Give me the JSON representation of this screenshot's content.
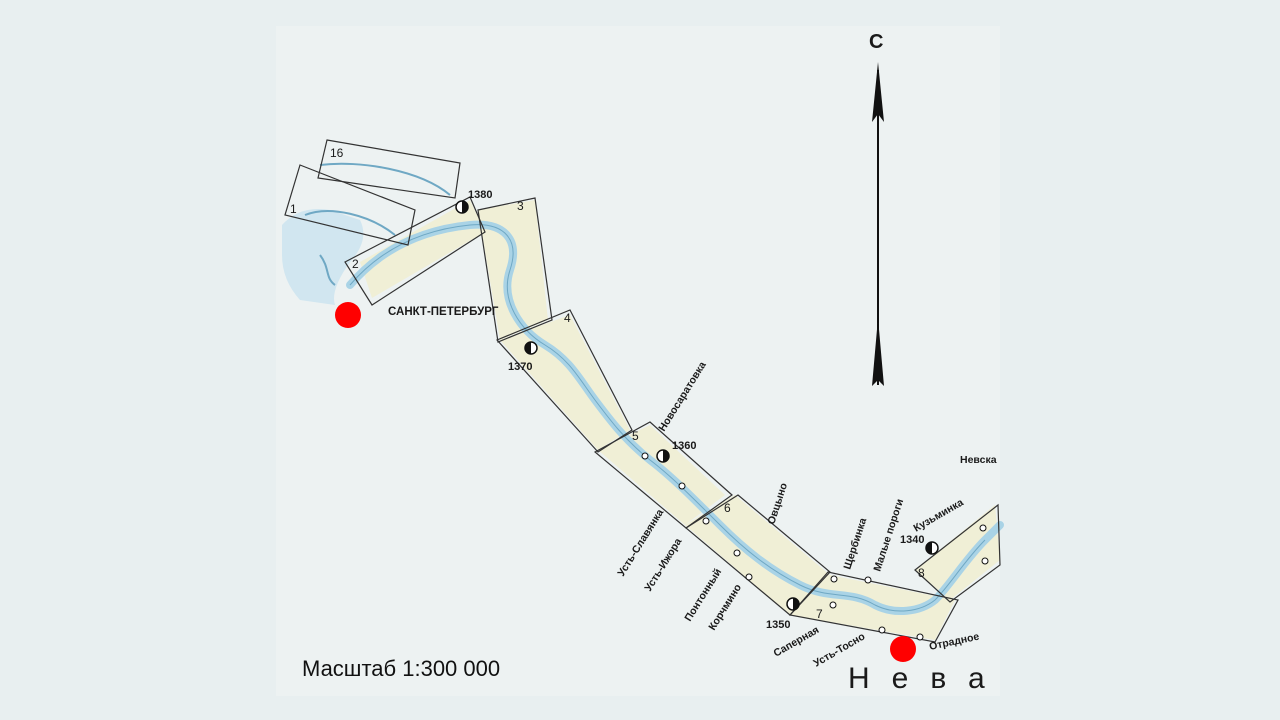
{
  "map": {
    "scale_label": "Масштаб 1:300 000",
    "north_label": "С",
    "river_name": "Нева",
    "colors": {
      "water": "#a9d3e6",
      "land": "#f0efd6",
      "marker": "#ff0000",
      "frame": "#333333"
    },
    "sheets": [
      "16",
      "1",
      "2",
      "3",
      "4",
      "5",
      "6",
      "7",
      "8"
    ],
    "kilometer_markers": [
      "1380",
      "1370",
      "1360",
      "1350",
      "1340"
    ],
    "places": [
      "САНКТ-ПЕТЕРБУРГ",
      "Новосаратовка",
      "Усть-Славянка",
      "Усть-Ижора",
      "Понтонный",
      "Корчмино",
      "Овцыно",
      "Щербинка",
      "Малые пороги",
      "Кузьминка",
      "Невска",
      "Саперная",
      "Усть-Тосно",
      "Отрадное"
    ]
  }
}
